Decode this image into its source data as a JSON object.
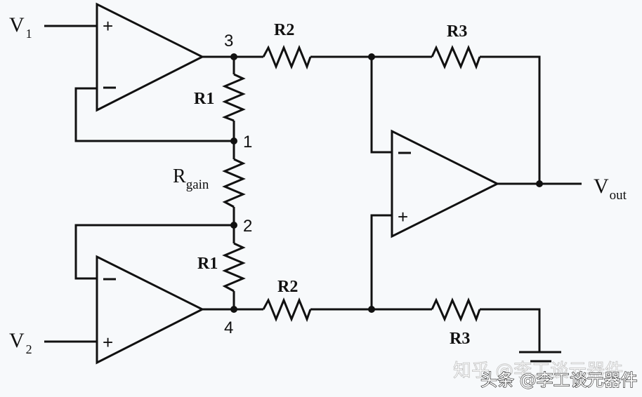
{
  "diagram": {
    "title": "Three op-amp instrumentation amplifier",
    "inputs": [
      {
        "name": "V",
        "sub": "1"
      },
      {
        "name": "V",
        "sub": "2"
      }
    ],
    "output": {
      "name": "V",
      "sub": "out"
    },
    "resistors": {
      "r1_top": "R1",
      "r1_bottom": "R1",
      "rgain": {
        "name": "R",
        "sub": "gain"
      },
      "r2_top": "R2",
      "r2_bottom": "R2",
      "r3_top": "R3",
      "r3_bottom": "R3"
    },
    "nodes": {
      "n1": "1",
      "n2": "2",
      "n3": "3",
      "n4": "4"
    },
    "opamp_pins": {
      "plus": "+",
      "minus": "−"
    }
  },
  "watermarks": {
    "primary": "头条 @李工谈元器件",
    "ghost": "知乎 @李工谈元器件"
  }
}
